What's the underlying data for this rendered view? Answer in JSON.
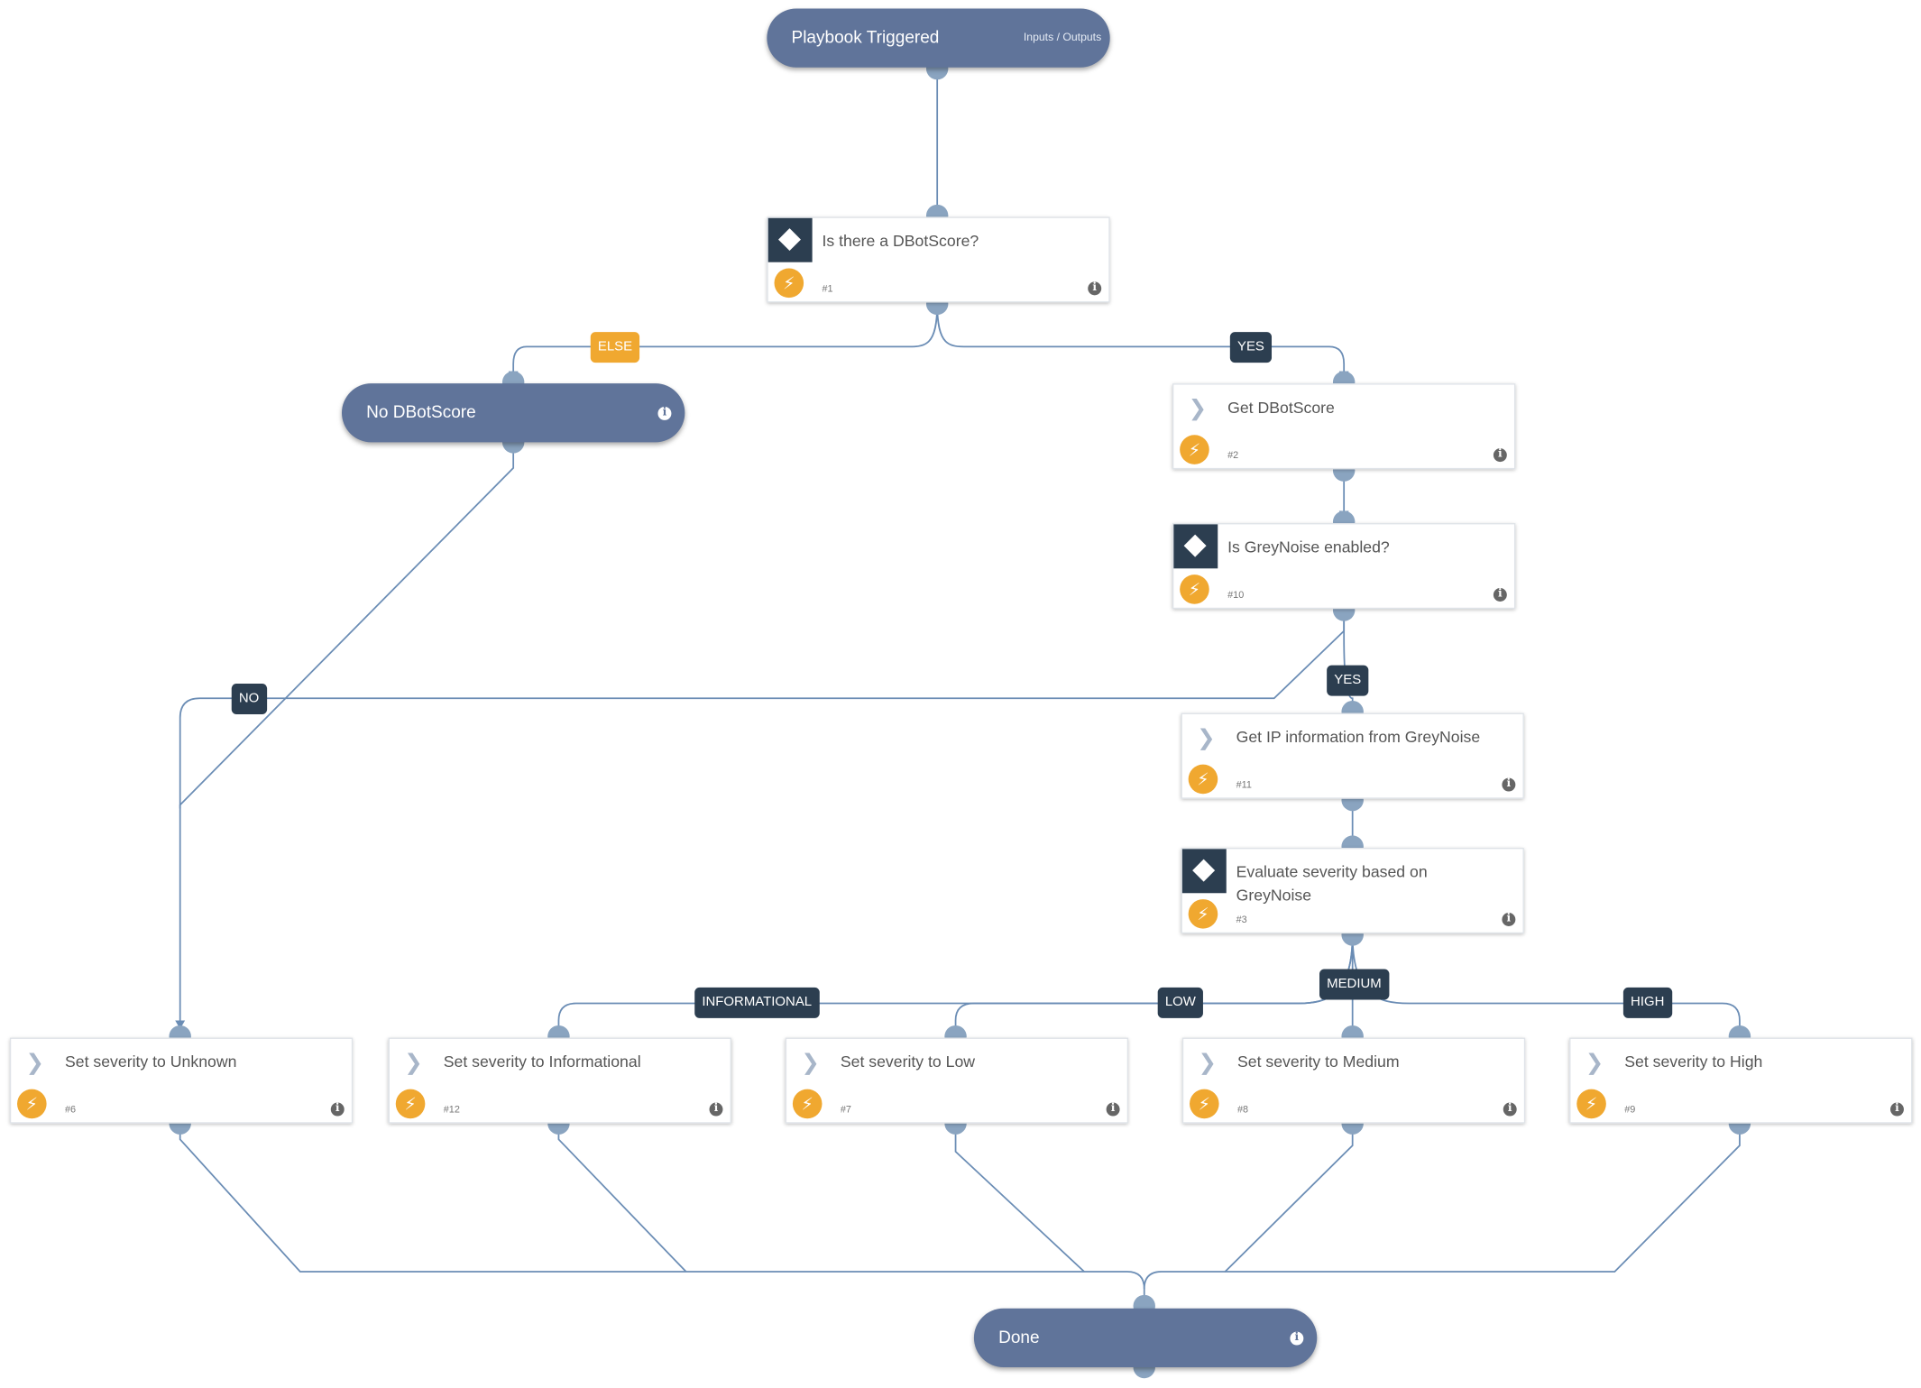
{
  "nodes": {
    "start": {
      "title": "Playbook Triggered",
      "io": "Inputs / Outputs"
    },
    "q1": {
      "title": "Is there a DBotScore?",
      "num": "#1"
    },
    "nodbot": {
      "title": "No DBotScore",
      "info": "i"
    },
    "get_dbot": {
      "title": "Get DBotScore",
      "num": "#2"
    },
    "q10": {
      "title": "Is GreyNoise enabled?",
      "num": "#10"
    },
    "get_ip": {
      "title": "Get IP information from GreyNoise",
      "num": "#11"
    },
    "eval": {
      "title": "Evaluate severity based on GreyNoise",
      "num": "#3"
    },
    "sev_unknown": {
      "title": "Set severity to Unknown",
      "num": "#6"
    },
    "sev_info": {
      "title": "Set severity to Informational",
      "num": "#12"
    },
    "sev_low": {
      "title": "Set severity to Low",
      "num": "#7"
    },
    "sev_medium": {
      "title": "Set severity to Medium",
      "num": "#8"
    },
    "sev_high": {
      "title": "Set severity to High",
      "num": "#9"
    },
    "done": {
      "title": "Done",
      "info": "i"
    }
  },
  "edge_labels": {
    "else": "ELSE",
    "yes1": "YES",
    "yes2": "YES",
    "no": "NO",
    "informational": "INFORMATIONAL",
    "low": "LOW",
    "medium": "MEDIUM",
    "high": "HIGH"
  },
  "icons": {
    "condition": "diamond-icon",
    "task": "chevron-right-icon",
    "automation": "lightning-bolt-icon",
    "info": "info-icon"
  },
  "colors": {
    "pill": "#60749a",
    "dark": "#2c3e50",
    "accent": "#f0a830",
    "connector": "#8aa4c0",
    "wire": "#6b8db5"
  }
}
